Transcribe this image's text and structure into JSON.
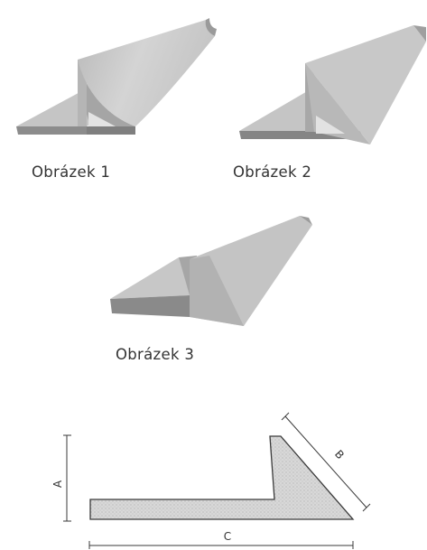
{
  "figures": [
    {
      "caption": "Obrázek 1"
    },
    {
      "caption": "Obrázek 2"
    },
    {
      "caption": "Obrázek 3"
    }
  ],
  "cross_section": {
    "dimension_labels": {
      "a": "A",
      "b": "B",
      "c": "C"
    }
  },
  "colors": {
    "profile_top": "#c9c9c9",
    "profile_face": "#a9a9a9",
    "profile_dark": "#858585",
    "profile_light": "#e2e2e2",
    "section_fill": "#d6d6d6",
    "line": "#3a3a3a",
    "text": "#333333"
  }
}
